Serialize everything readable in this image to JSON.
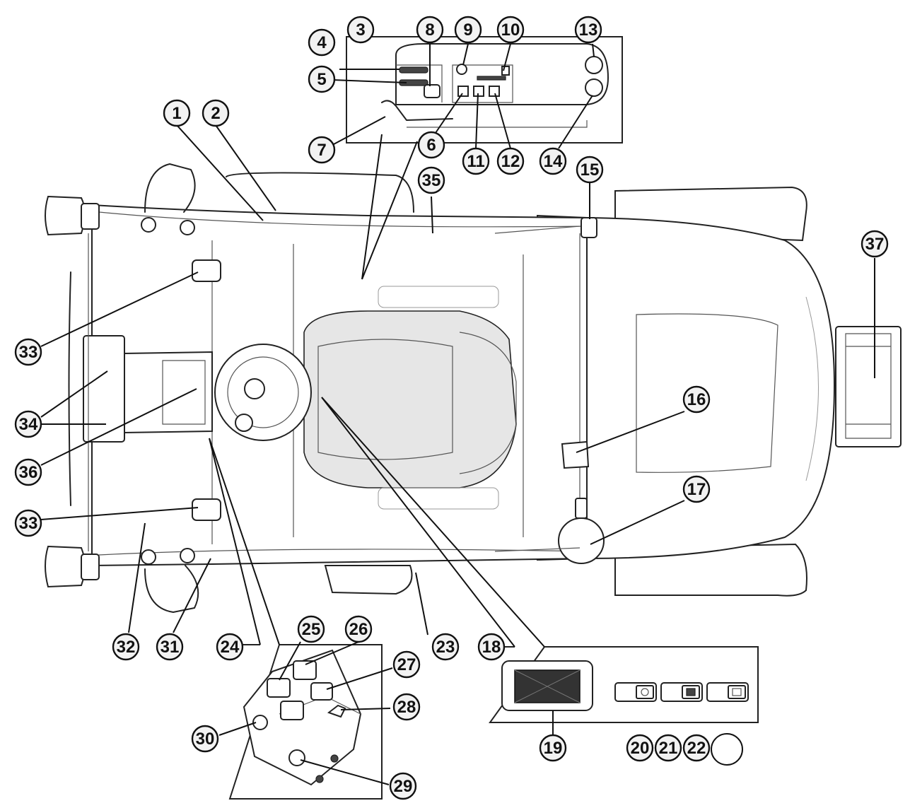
{
  "callouts": [
    {
      "id": "c1",
      "label": "1"
    },
    {
      "id": "c2",
      "label": "2"
    },
    {
      "id": "c3",
      "label": "3"
    },
    {
      "id": "c4",
      "label": "4"
    },
    {
      "id": "c5",
      "label": "5"
    },
    {
      "id": "c6",
      "label": "6"
    },
    {
      "id": "c7",
      "label": "7"
    },
    {
      "id": "c8",
      "label": "8"
    },
    {
      "id": "c9",
      "label": "9"
    },
    {
      "id": "c10",
      "label": "10"
    },
    {
      "id": "c11",
      "label": "11"
    },
    {
      "id": "c12",
      "label": "12"
    },
    {
      "id": "c13",
      "label": "13"
    },
    {
      "id": "c14",
      "label": "14"
    },
    {
      "id": "c15",
      "label": "15"
    },
    {
      "id": "c16",
      "label": "16"
    },
    {
      "id": "c17",
      "label": "17"
    },
    {
      "id": "c18",
      "label": "18"
    },
    {
      "id": "c19",
      "label": "19"
    },
    {
      "id": "c20",
      "label": "20"
    },
    {
      "id": "c21",
      "label": "21"
    },
    {
      "id": "c22",
      "label": "22"
    },
    {
      "id": "c23",
      "label": "23"
    },
    {
      "id": "c24",
      "label": "24"
    },
    {
      "id": "c25",
      "label": "25"
    },
    {
      "id": "c26",
      "label": "26"
    },
    {
      "id": "c27",
      "label": "27"
    },
    {
      "id": "c28",
      "label": "28"
    },
    {
      "id": "c29",
      "label": "29"
    },
    {
      "id": "c30",
      "label": "30"
    },
    {
      "id": "c31",
      "label": "31"
    },
    {
      "id": "c32",
      "label": "32"
    },
    {
      "id": "c33a",
      "label": "33"
    },
    {
      "id": "c33b",
      "label": "33"
    },
    {
      "id": "c34",
      "label": "34"
    },
    {
      "id": "c35",
      "label": "35"
    },
    {
      "id": "c36",
      "label": "36"
    },
    {
      "id": "c37",
      "label": "37"
    }
  ]
}
